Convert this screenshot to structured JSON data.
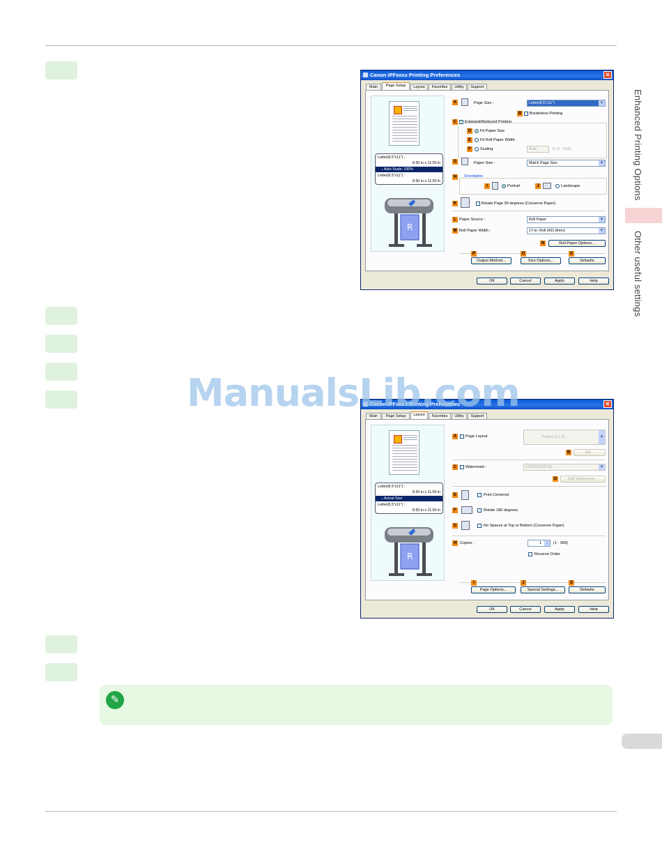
{
  "side": {
    "section_label": "Enhanced Printing Options",
    "subsection_label": "Other useful settings"
  },
  "watermark": "ManualsLib.com",
  "dialog1": {
    "title": "Canon iPFxxxx Printing Preferences",
    "tabs": [
      "Main",
      "Page Setup",
      "Layout",
      "Favorites",
      "Utility",
      "Support"
    ],
    "active_tab": "Page Setup",
    "preview": {
      "line1": "Letter(8.5\"x11\") :",
      "line2": "8.50 in x 11.00 in",
      "bar": "Auto Scale: 100%",
      "line3": "Letter(8.5\"x11\") :",
      "line4": "8.50 in x 11.00 in"
    },
    "labels": {
      "A": "A",
      "B": "B",
      "C": "C",
      "D": "D",
      "E": "E",
      "F": "F",
      "G": "G",
      "H": "H",
      "I": "I",
      "J": "J",
      "K": "K",
      "L": "L",
      "M": "M",
      "N": "N",
      "P": "P",
      "O": "O",
      "S": "S"
    },
    "page_size_label": "Page Size :",
    "page_size_value": "Letter(8.5\"x11\")",
    "borderless": "Borderless Printing",
    "enlarged": "Enlarged/Reduced Printing",
    "fit_paper_size": "Fit Paper Size",
    "fit_roll_width": "Fit Roll Paper Width",
    "scaling": "Scaling",
    "scaling_value": "Auto",
    "scaling_range": "% (5 - 600)",
    "paper_size_label": "Paper Size :",
    "paper_size_value": "Match Page Size",
    "orientation": "Orientation",
    "portrait": "Portrait",
    "landscape": "Landscape",
    "rotate90": "Rotate Page 90 degrees (Conserve Paper)",
    "paper_source_label": "Paper Source :",
    "paper_source_value": "Roll Paper",
    "roll_width_label": "Roll Paper Width :",
    "roll_width_value": "17-in. Roll (431.8mm)",
    "roll_options": "Roll Paper Options...",
    "output_method": "Output Method...",
    "size_options": "Size Options...",
    "defaults": "Defaults",
    "ok": "OK",
    "cancel": "Cancel",
    "apply": "Apply",
    "help": "Help"
  },
  "dialog2": {
    "title": "Canon iPFxxxx Printing Preferences",
    "tabs": [
      "Main",
      "Page Setup",
      "Layout",
      "Favorites",
      "Utility",
      "Support"
    ],
    "active_tab": "Layout",
    "preview": {
      "line1": "Letter(8.5\"x11\") :",
      "line2": "8.50 in x 11.00 in",
      "bar": "Actual Size",
      "line3": "Letter(8.5\"x11\") :",
      "line4": "8.50 in x 11.00 in"
    },
    "labels": {
      "A": "A",
      "B": "B",
      "C": "C",
      "D": "D",
      "E": "E",
      "F": "F",
      "G": "G",
      "H": "H",
      "I": "I",
      "J": "J",
      "S": "S"
    },
    "page_layout": "Page Layout",
    "page_layout_value": "Poster (2 x 2)",
    "set": "Set...",
    "watermark_label": "Watermark :",
    "watermark_value": "CONFIDENTIAL",
    "edit_watermark": "Edit Watermark...",
    "print_centered": "Print Centered",
    "rotate180": "Rotate 180 degrees",
    "no_spaces": "No Spaces at Top or Bottom (Conserve Paper)",
    "copies_label": "Copies :",
    "copies_value": "1",
    "copies_range": "(1 - 999)",
    "reverse_order": "Reverse Order",
    "page_options": "Page Options...",
    "special_settings": "Special Settings...",
    "defaults": "Defaults",
    "ok": "OK",
    "cancel": "Cancel",
    "apply": "Apply",
    "help": "Help"
  }
}
